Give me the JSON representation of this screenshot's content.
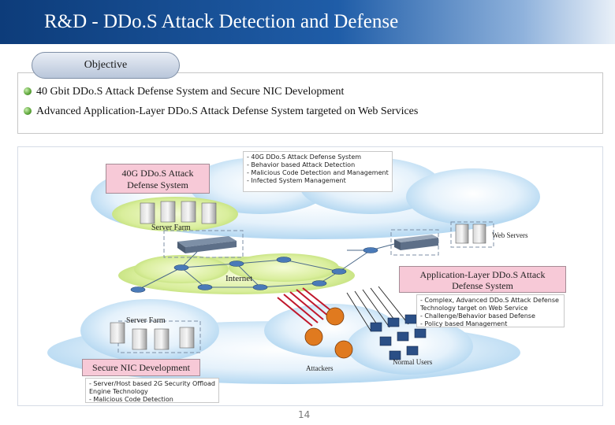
{
  "header": {
    "title": "R&D - DDo.S Attack Detection and Defense"
  },
  "objective": {
    "tab_label": "Objective",
    "bullets": [
      "40 Gbit DDo.S Attack Defense System and Secure NIC Development",
      "Advanced Application-Layer DDo.S Attack Defense System targeted on Web Services"
    ]
  },
  "diagram": {
    "box_40g": {
      "line1": "40G DDo.S Attack",
      "line2": "Defense System"
    },
    "note_40g": [
      "- 40G DDo.S Attack Defense System",
      "- Behavior based Attack Detection",
      "- Malicious Code Detection and Management",
      "- Infected System Management"
    ],
    "server_farm_top": "Server Farm",
    "web_servers": "Web Servers",
    "internet": "Internet",
    "box_app": {
      "line1": "Application-Layer DDo.S Attack",
      "line2": "Defense System"
    },
    "note_app": [
      "- Complex, Advanced DDo.S Attack Defense",
      "Technology target on Web Service",
      "- Challenge/Behavior based Defense",
      "- Policy based Management"
    ],
    "server_farm_bottom": "Server Farm",
    "box_nic": "Secure NIC Development",
    "note_nic": [
      "- Server/Host based 2G Security Offload",
      "Engine Technology",
      "- Malicious Code Detection"
    ],
    "attackers": "Attackers",
    "normal_users": "Normal Users"
  },
  "footer": {
    "page_number": "14"
  }
}
